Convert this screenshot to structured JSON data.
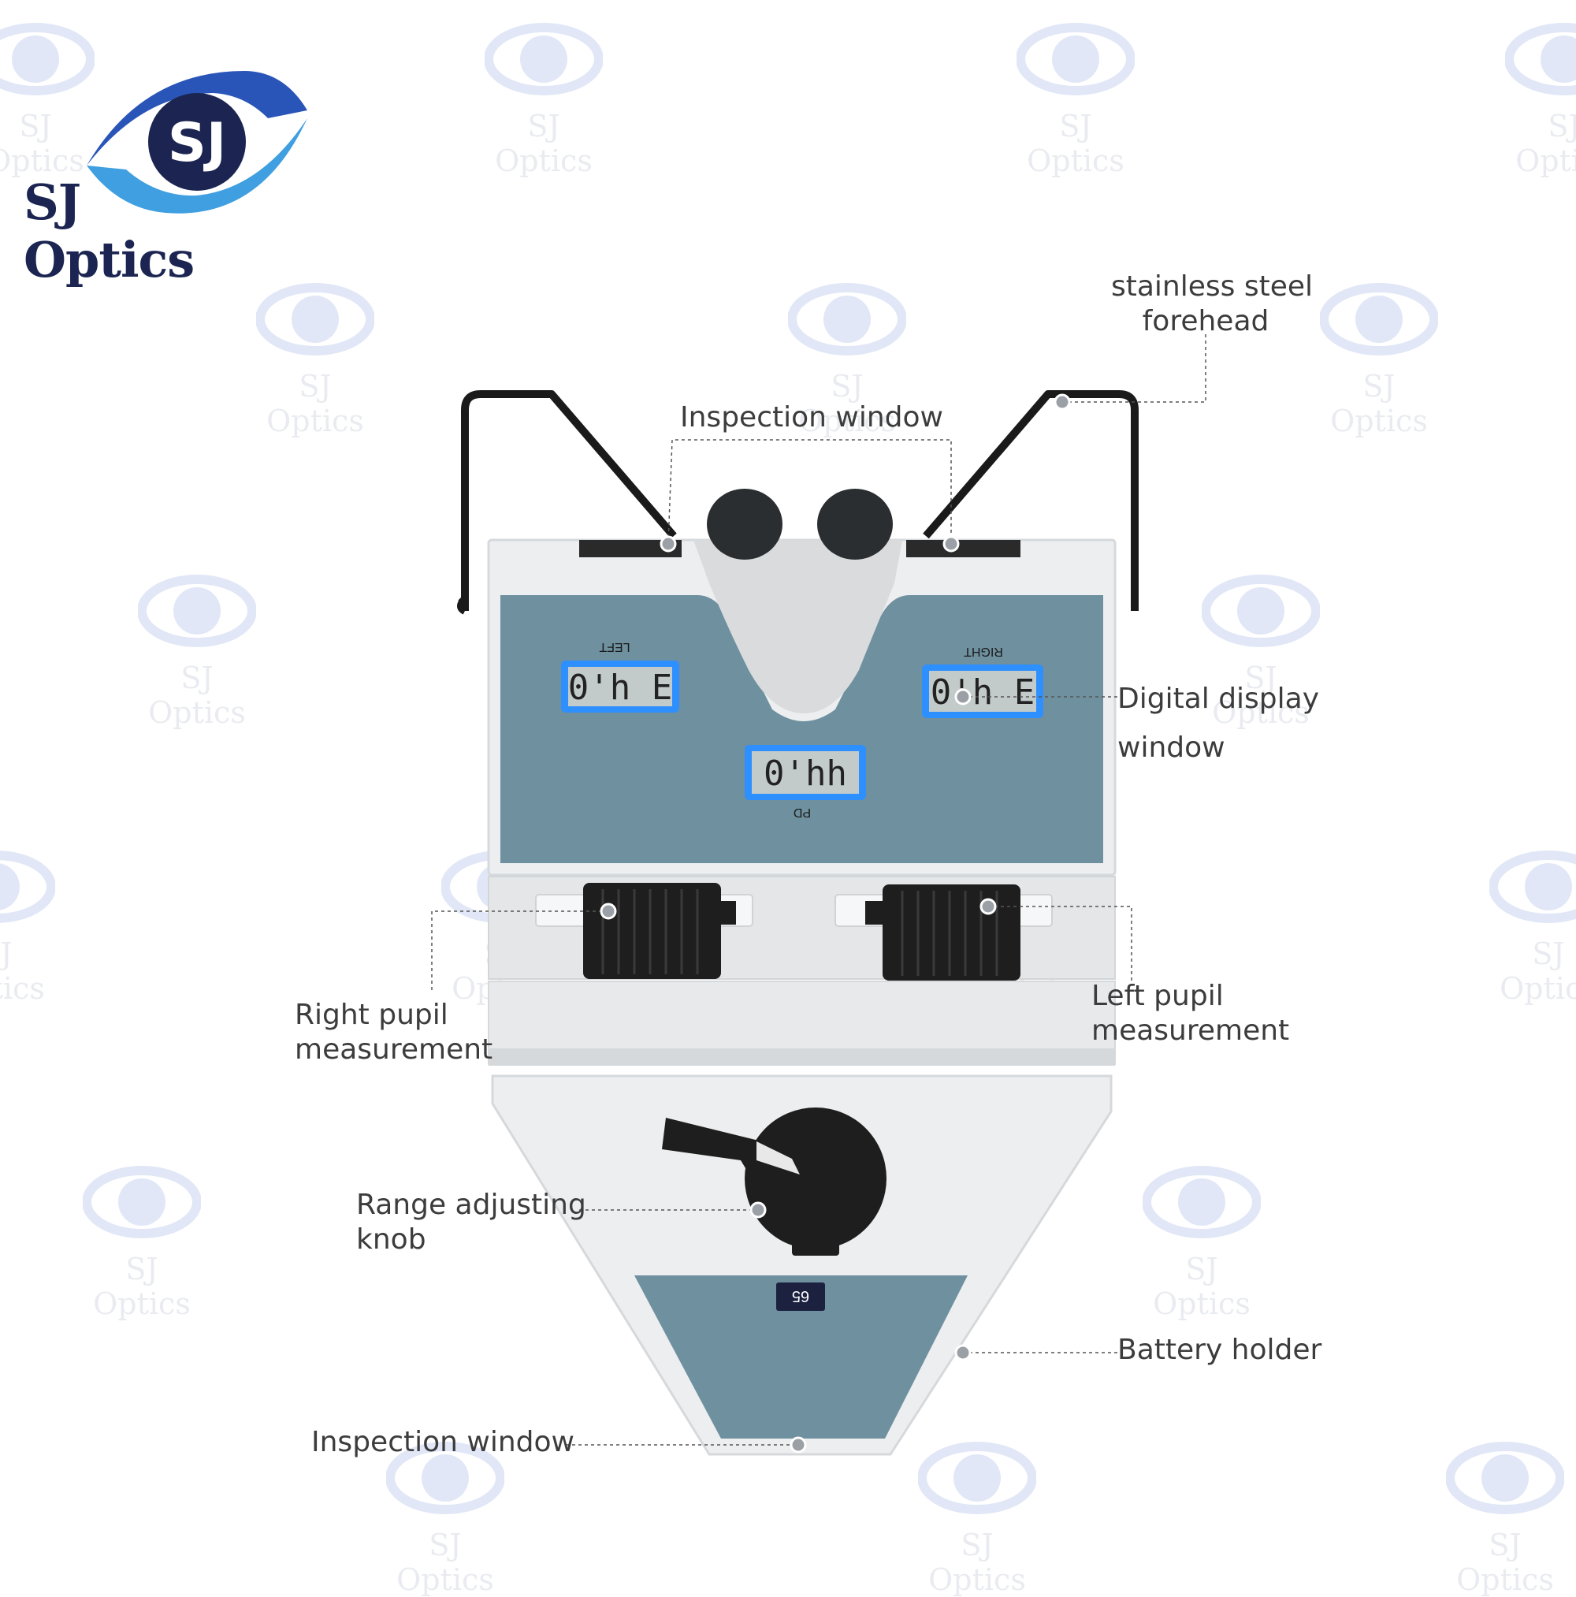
{
  "brand": {
    "name": "SJ Optics",
    "logo_glyph": "SJ",
    "colors": {
      "navy": "#1c2551",
      "blue": "#2a55b8",
      "sky": "#3f9fe0"
    }
  },
  "watermark": {
    "text": "SJ Optics",
    "icon": "sj-logo-icon"
  },
  "device": {
    "lcd_left": {
      "label": "LEFT",
      "value": "0'h E"
    },
    "lcd_right": {
      "label": "RIGHT",
      "value": "0'h E"
    },
    "lcd_pd": {
      "label": "PD",
      "value": "0'hh"
    },
    "scale_value": "65",
    "colors": {
      "body": "#eceef0",
      "panel": "#6e909f",
      "lcd_glow": "#2e8fff",
      "knob": "#1e1e1e"
    }
  },
  "callouts": {
    "forehead": {
      "line1": "stainless steel",
      "line2": "forehead"
    },
    "inspection_top": {
      "text": "Inspection window"
    },
    "digital_display": {
      "line1": "Digital display",
      "line2": "window"
    },
    "right_pupil": {
      "line1": "Right pupil",
      "line2": "measurement"
    },
    "left_pupil": {
      "line1": "Left pupil",
      "line2": "measurement"
    },
    "range_knob": {
      "line1": "Range adjusting",
      "line2": "knob"
    },
    "battery": {
      "text": "Battery holder"
    },
    "inspection_bottom": {
      "text": "Inspection window"
    }
  }
}
